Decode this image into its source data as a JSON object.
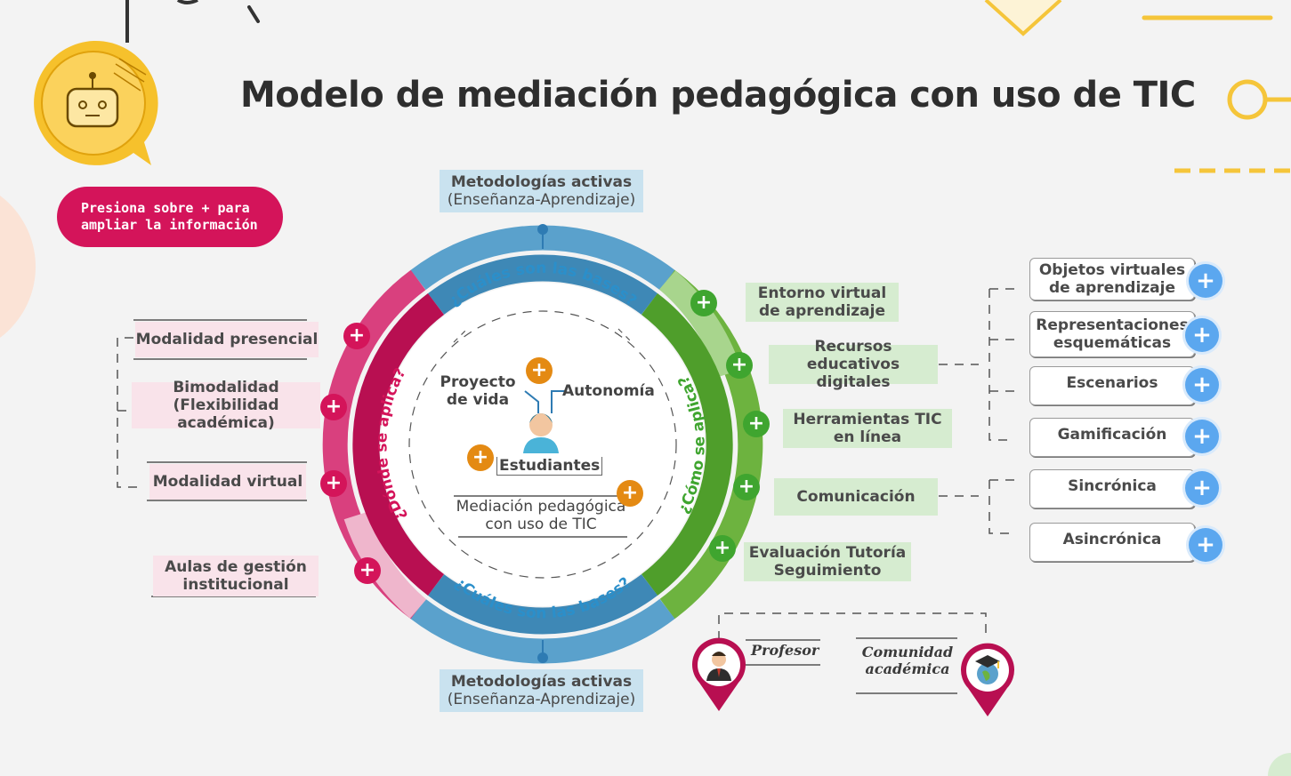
{
  "title": "Modelo de mediación pedagógica con uso de TIC",
  "hint": {
    "line1": "Presiona sobre + para",
    "line2": "ampliar la información"
  },
  "top_box": {
    "line1": "Metodologías activas",
    "line2": "(Enseñanza-Aprendizaje)"
  },
  "bottom_box": {
    "line1": "Metodologías activas",
    "line2": "(Enseñanza-Aprendizaje)"
  },
  "ring_labels": {
    "top": "¿Cuáles son las bases?",
    "bottom": "¿Cuáles son las bases?",
    "left": "¿Dónde se aplica?",
    "right": "¿Cómo se aplica?"
  },
  "center": {
    "proyecto": "Proyecto\nde vida",
    "autonomia": "Autonomía",
    "estudiantes": "Estudiantes",
    "mediacion_line1": "Mediación pedagógica",
    "mediacion_line2": "con uso de TIC"
  },
  "left_items": [
    {
      "label": "Modalidad presencial"
    },
    {
      "label1": "Bimodalidad",
      "label2": "(Flexibilidad académica)"
    },
    {
      "label": "Modalidad virtual"
    },
    {
      "label1": "Aulas de gestión",
      "label2": "institucional"
    }
  ],
  "right_items": [
    {
      "label1": "Entorno virtual",
      "label2": "de aprendizaje"
    },
    {
      "label1": "Recursos educativos",
      "label2": "digitales"
    },
    {
      "label1": "Herramientas TIC",
      "label2": "en línea"
    },
    {
      "label": "Comunicación"
    },
    {
      "label1": "Evaluación Tutoría",
      "label2": "Seguimiento"
    }
  ],
  "resource_items": [
    {
      "label1": "Objetos virtuales",
      "label2": "de aprendizaje"
    },
    {
      "label1": "Representaciones",
      "label2": "esquemáticas"
    },
    {
      "label": "Escenarios"
    },
    {
      "label": "Gamificación"
    }
  ],
  "communication_items": [
    {
      "label": "Sincrónica"
    },
    {
      "label": "Asincrónica"
    }
  ],
  "actors": {
    "profesor": "Profesor",
    "comunidad1": "Comunidad",
    "comunidad2": "académica"
  },
  "plus_symbol": "+",
  "colors": {
    "pink": "#d4145a",
    "green": "#3fa52f",
    "orange": "#e48a13",
    "blue_plus": "#5ba7ef",
    "ring_blue": "#5aa1cc",
    "ring_green": "#6db33f"
  }
}
